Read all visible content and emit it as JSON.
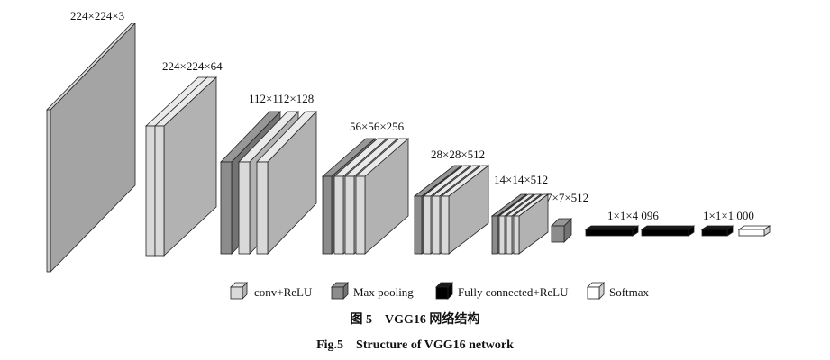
{
  "diagram": {
    "title": "VGG16 network structure",
    "layer_labels": [
      "224×224×3",
      "224×224×64",
      "112×112×128",
      "56×56×256",
      "28×28×512",
      "14×14×512",
      "7×7×512",
      "1×1×4 096",
      "1×1×1 000"
    ],
    "legend": [
      {
        "label": "conv+ReLU",
        "color": "#d9d9d9"
      },
      {
        "label": "Max pooling",
        "color": "#8c8c8c"
      },
      {
        "label": "Fully connected+ReLU",
        "color": "#000000"
      },
      {
        "label": "Softmax",
        "color": "#ffffff"
      }
    ]
  },
  "colors": {
    "conv": "#d9d9d9",
    "pool": "#8c8c8c",
    "fc": "#000000",
    "softmax": "#ffffff",
    "input": "#c8c8c8"
  },
  "caption": {
    "cn": "图 5　VGG16 网络结构",
    "en": "Fig.5　Structure of VGG16 network"
  }
}
